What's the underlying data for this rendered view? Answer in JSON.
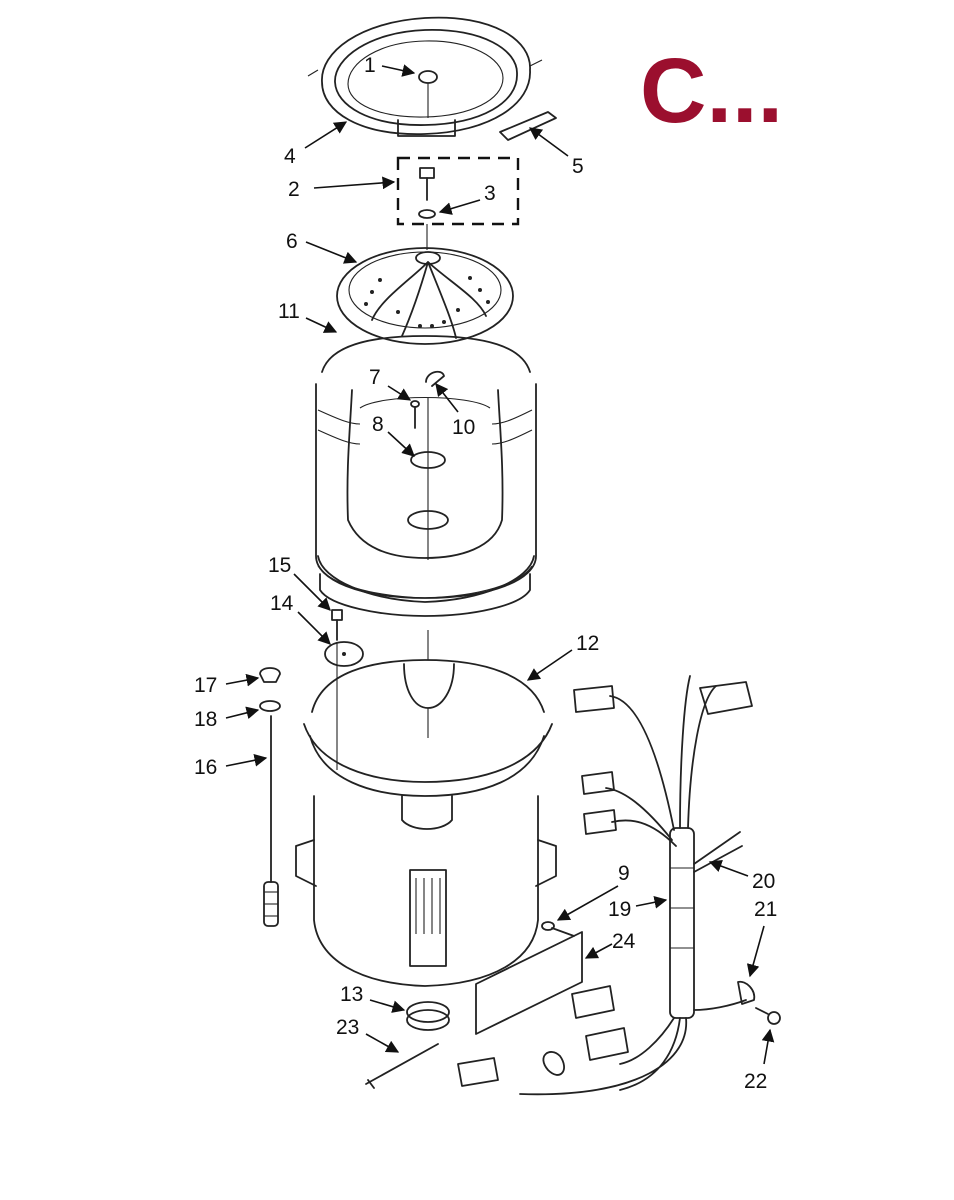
{
  "brand": {
    "text": "C...",
    "color": "#9b0f2e"
  },
  "callouts": [
    "1",
    "2",
    "3",
    "4",
    "5",
    "6",
    "7",
    "8",
    "9",
    "10",
    "11",
    "12",
    "13",
    "14",
    "15",
    "16",
    "17",
    "18",
    "19",
    "20",
    "21",
    "22",
    "23",
    "24"
  ],
  "colors": {
    "line": "#222222",
    "background": "#ffffff"
  }
}
